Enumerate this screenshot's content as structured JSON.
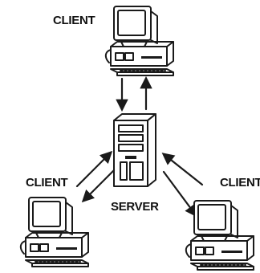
{
  "diagram": {
    "nodes": [
      {
        "id": "client-top",
        "label": "CLIENT",
        "kind": "client"
      },
      {
        "id": "server",
        "label": "SERVER",
        "kind": "server"
      },
      {
        "id": "client-left",
        "label": "CLIENT",
        "kind": "client"
      },
      {
        "id": "client-right",
        "label": "CLIENT",
        "kind": "client"
      }
    ],
    "edges": [
      {
        "from": "client-top",
        "to": "server",
        "bidirectional": true
      },
      {
        "from": "client-left",
        "to": "server",
        "bidirectional": true
      },
      {
        "from": "client-right",
        "to": "server",
        "bidirectional": true
      }
    ]
  }
}
